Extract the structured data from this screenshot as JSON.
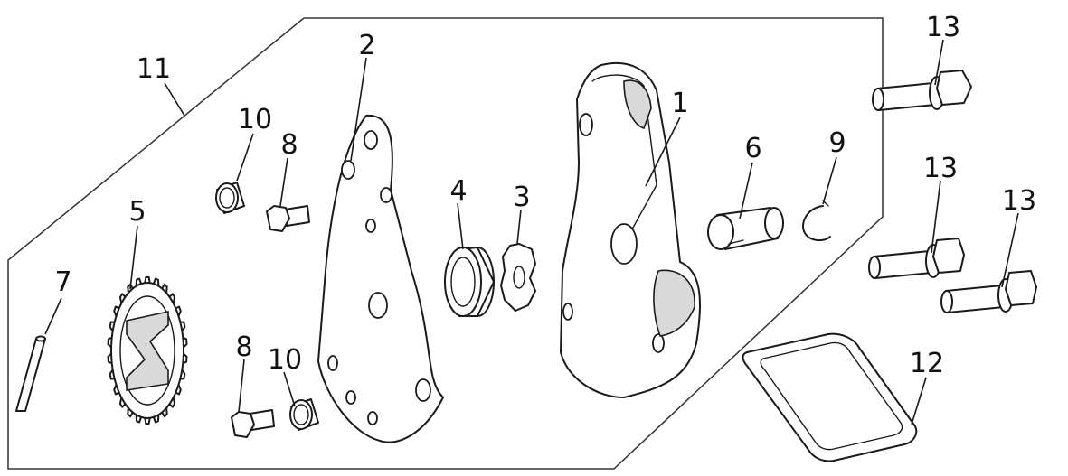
{
  "diagram": {
    "callouts": [
      {
        "id": "c1",
        "label": "1"
      },
      {
        "id": "c2",
        "label": "2"
      },
      {
        "id": "c3",
        "label": "3"
      },
      {
        "id": "c4",
        "label": "4"
      },
      {
        "id": "c5",
        "label": "5"
      },
      {
        "id": "c6",
        "label": "6"
      },
      {
        "id": "c7",
        "label": "7"
      },
      {
        "id": "c8a",
        "label": "8"
      },
      {
        "id": "c8b",
        "label": "8"
      },
      {
        "id": "c9",
        "label": "9"
      },
      {
        "id": "c10a",
        "label": "10"
      },
      {
        "id": "c10b",
        "label": "10"
      },
      {
        "id": "c11",
        "label": "11"
      },
      {
        "id": "c12",
        "label": "12"
      },
      {
        "id": "c13a",
        "label": "13"
      },
      {
        "id": "c13b",
        "label": "13"
      },
      {
        "id": "c13c",
        "label": "13"
      }
    ]
  }
}
